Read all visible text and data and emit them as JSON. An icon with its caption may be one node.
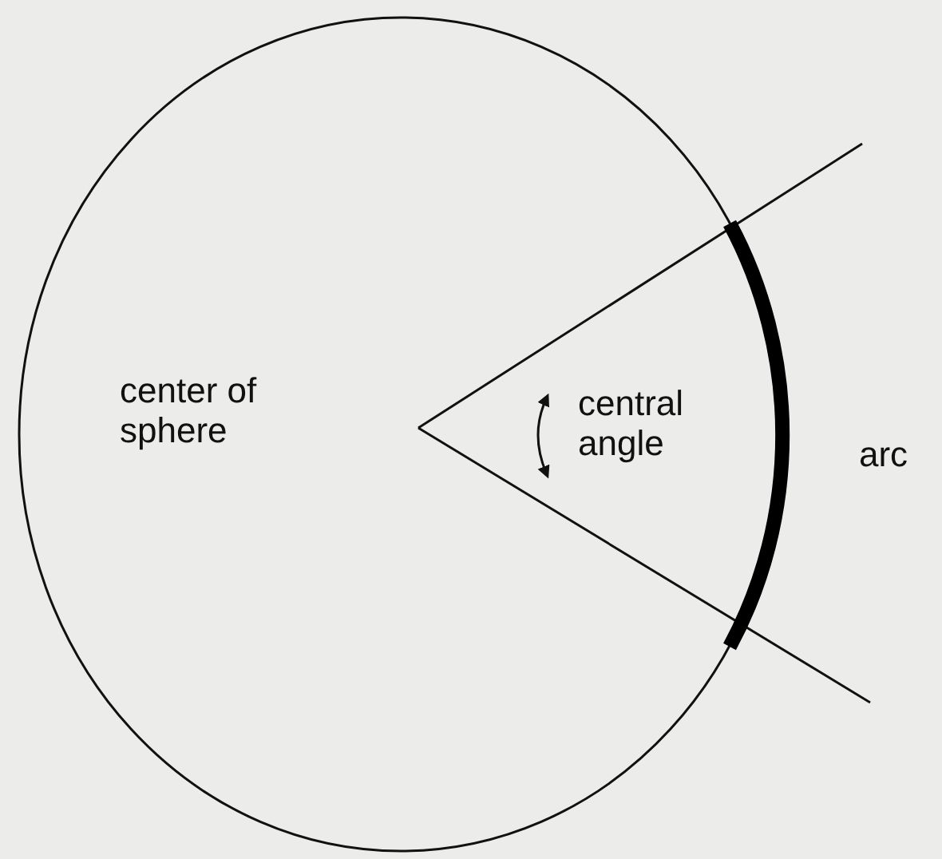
{
  "diagram": {
    "labels": [
      "center of sphere",
      "central angle",
      "arc"
    ]
  }
}
